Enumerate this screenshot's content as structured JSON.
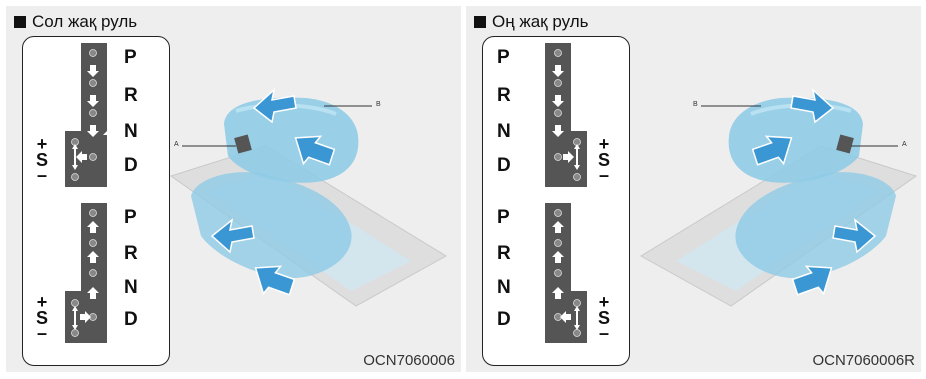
{
  "left": {
    "title": "Сол жақ руль",
    "code": "OCN7060006",
    "gears_top": [
      "P",
      "R",
      "N",
      "D"
    ],
    "gears_bottom": [
      "P",
      "R",
      "N",
      "D"
    ],
    "sport": {
      "plus": "+",
      "s": "S",
      "minus": "–"
    },
    "callout_a": "A",
    "callout_b": "B"
  },
  "right": {
    "title": "Оң жақ руль",
    "code": "OCN7060006R",
    "gears_top": [
      "P",
      "R",
      "N",
      "D"
    ],
    "gears_bottom": [
      "P",
      "R",
      "N",
      "D"
    ],
    "sport": {
      "plus": "+",
      "s": "S",
      "minus": "–"
    },
    "callout_a": "A",
    "callout_b": "B"
  },
  "colors": {
    "shifter": "#8fcbe6",
    "arrow": "#3b97d3",
    "gate": "#555555",
    "frame": "#e2e2e2"
  }
}
